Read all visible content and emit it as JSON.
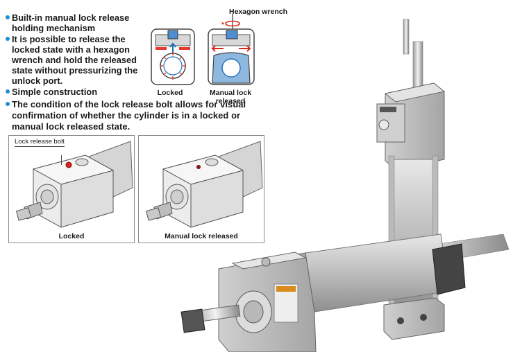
{
  "features": [
    "Built-in manual lock release holding mechanism",
    "It is possible to release the locked state with a hexagon wrench and hold the released state without pressurizing the unlock port.",
    "Simple construction"
  ],
  "visual_note": "The condition of the lock release bolt allows for visual confirmation of whether the cylinder is in a locked or manual lock released state.",
  "diagram": {
    "wrench_label": "Hexagon wrench",
    "caption_locked": "Locked",
    "caption_released": "Manual lock released"
  },
  "panels": {
    "bolt_label": "Lock release bolt",
    "caption_locked": "Locked",
    "caption_released": "Manual lock released"
  },
  "colors": {
    "accent": "#1e8fd6",
    "lock_red": "#d9261c",
    "bore_blue": "#8fb8e0"
  }
}
